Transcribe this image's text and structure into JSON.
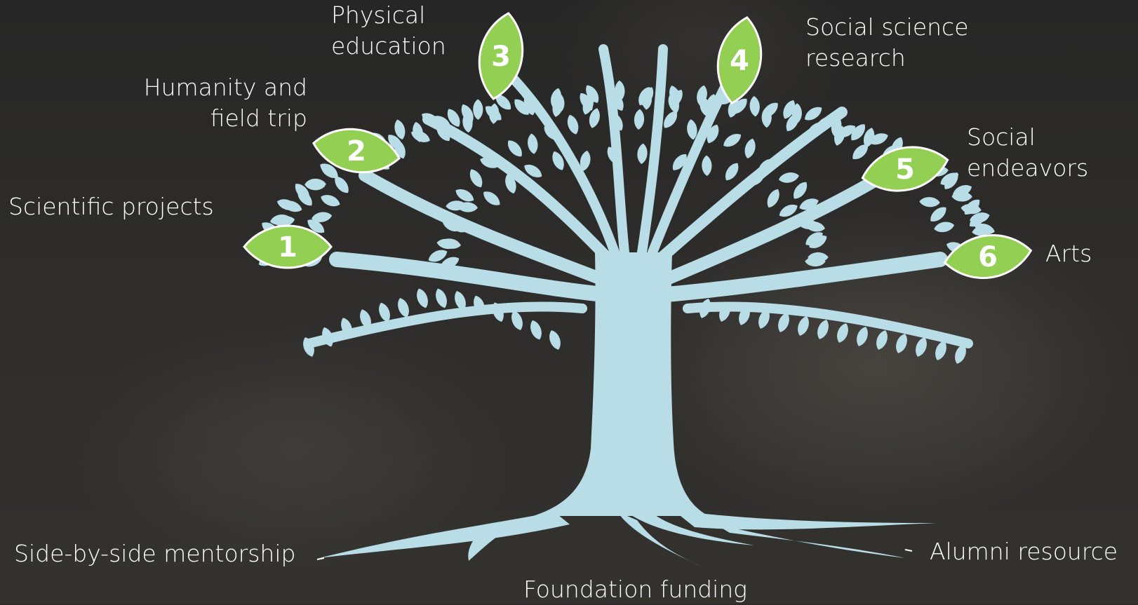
{
  "branches": [
    {
      "number": "1",
      "label_lines": [
        "Scientific projects"
      ]
    },
    {
      "number": "2",
      "label_lines": [
        "Humanity and",
        "field trip"
      ]
    },
    {
      "number": "3",
      "label_lines": [
        "Physical",
        "education"
      ]
    },
    {
      "number": "4",
      "label_lines": [
        "Social science",
        "research"
      ]
    },
    {
      "number": "5",
      "label_lines": [
        "Social",
        "endeavors"
      ]
    },
    {
      "number": "6",
      "label_lines": [
        "Arts"
      ]
    }
  ],
  "roots": [
    {
      "label": "Side-by-side mentorship"
    },
    {
      "label": "Foundation funding"
    },
    {
      "label": "Alumni resource"
    }
  ],
  "colors": {
    "tree": "#b8dde7",
    "leaf_highlight": "#92cf52",
    "leaf_highlight_stroke": "#ffffff",
    "number_text": "#ffffff",
    "label_text": "#ffffff",
    "background": "#2a2a2a"
  }
}
